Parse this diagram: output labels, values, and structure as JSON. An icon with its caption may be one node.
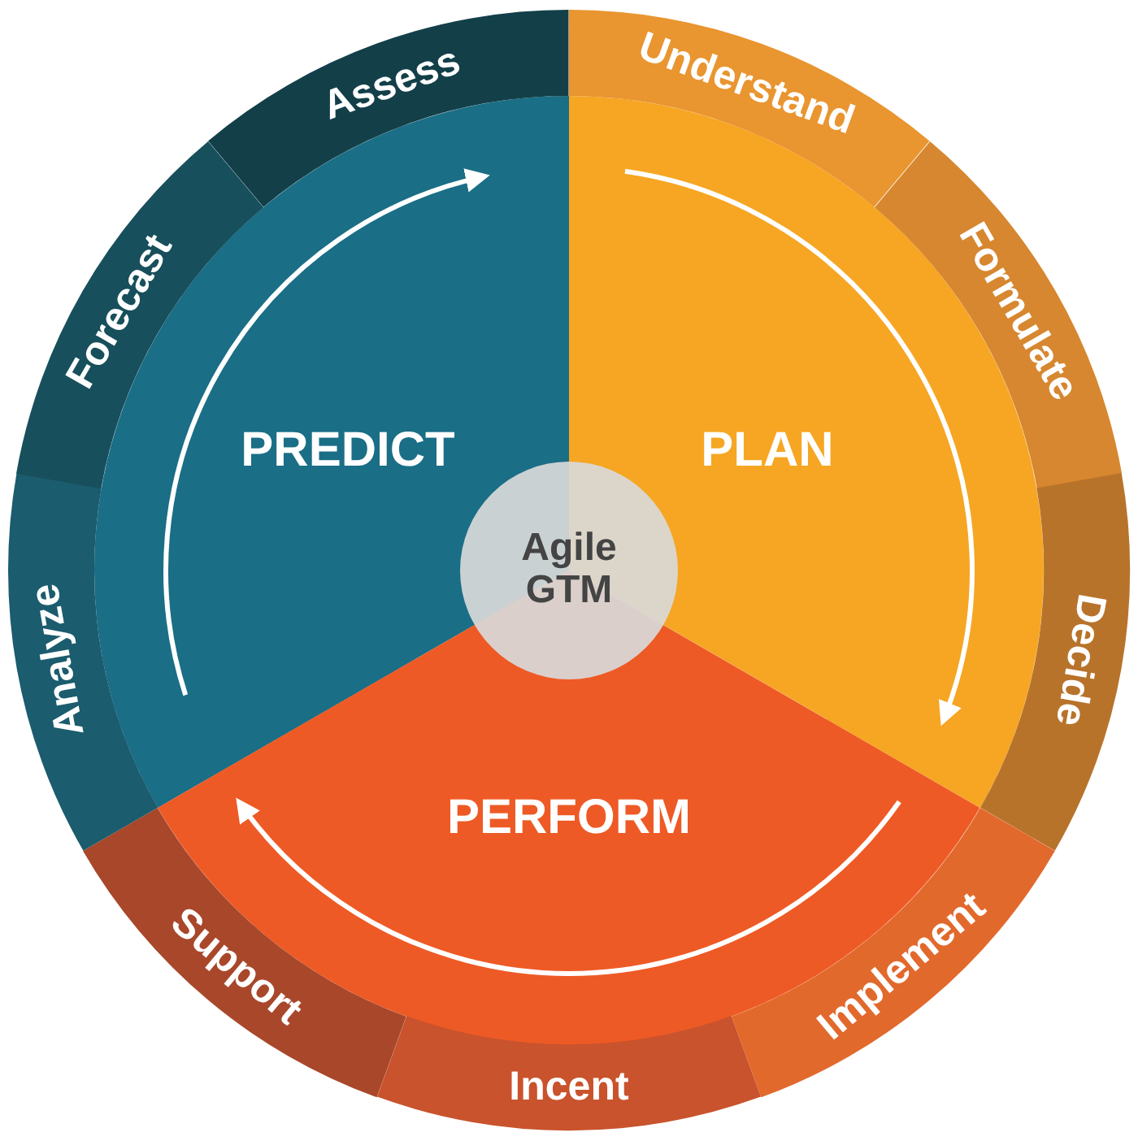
{
  "diagram": {
    "nodes": [
      {
        "text": [
          "PREDICT"
        ]
      },
      {
        "text": [
          "PLAN"
        ]
      },
      {
        "text": [
          "PERFORM"
        ]
      },
      {
        "text": [
          "Agile GTM"
        ]
      },
      {
        "text": [
          "Understand"
        ]
      },
      {
        "text": [
          "Formulate"
        ]
      },
      {
        "text": [
          "Decide"
        ]
      },
      {
        "text": [
          "Implement"
        ]
      },
      {
        "text": [
          "Incent"
        ]
      },
      {
        "text": [
          "Support"
        ]
      },
      {
        "text": [
          "Analyze"
        ]
      },
      {
        "text": [
          "Forecast"
        ]
      },
      {
        "text": [
          "Assess"
        ]
      }
    ]
  }
}
